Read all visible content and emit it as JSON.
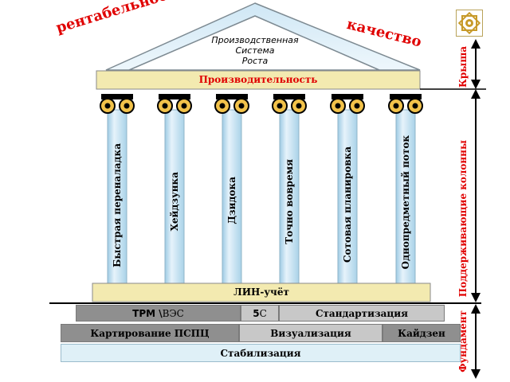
{
  "slogans": {
    "left": "рентабельность",
    "right": "качество"
  },
  "roof": {
    "line1": "Производственная",
    "line2": "Система",
    "line3": "Роста"
  },
  "architrave": "Производительность",
  "columns": [
    {
      "label": "Быстрая переналадка"
    },
    {
      "label": "Хейдзунка"
    },
    {
      "label": "Дзидока"
    },
    {
      "label": "Точно вовремя"
    },
    {
      "label": "Сотовая планировка"
    },
    {
      "label": "Однопредметный поток"
    }
  ],
  "base": "ЛИН-учёт",
  "foundation": {
    "row1": {
      "tpm_bold": "TPM \\",
      "tpm_rest": " ВЭС",
      "five_s_bold": "5",
      "five_s_rest": "С",
      "standard": "Стандартизация"
    },
    "row2": {
      "mapping": "Картирование ПСПЦ",
      "visual": "Визуализация",
      "kaizen": "Кайдзен"
    },
    "row3": {
      "stabilization": "Стабилизация"
    }
  },
  "side_labels": {
    "roof": "Крыша",
    "columns": "Поддерживающие колонны",
    "foundation": "Фундамент"
  },
  "colors": {
    "accent_red": "#e00000",
    "column_fill": "#d7ebf7",
    "bar_fill": "#f3eab0",
    "dark_gray": "#8f8f8f",
    "mid_gray": "#c8c8c8",
    "light_blue": "#dff0f7"
  },
  "logo": {
    "icon": "emblem-icon"
  }
}
